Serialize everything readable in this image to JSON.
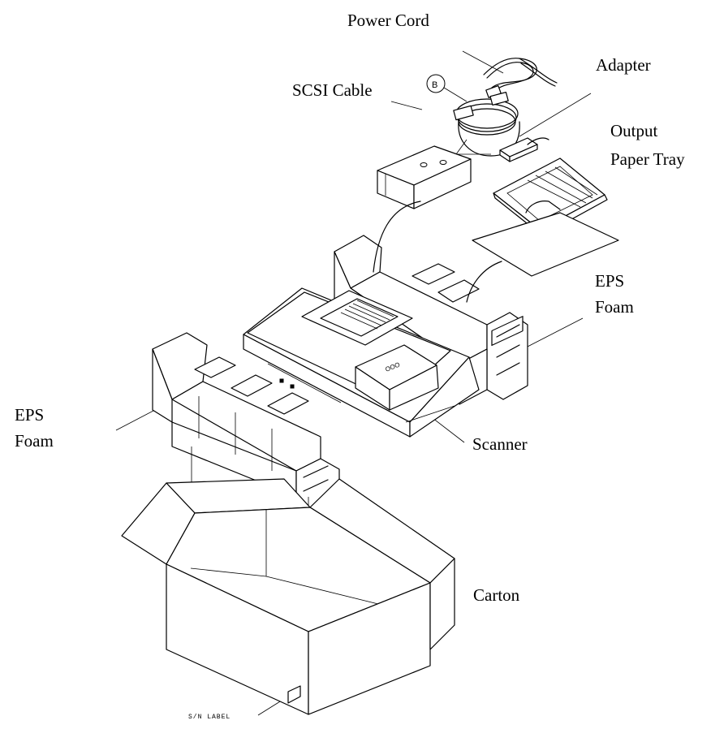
{
  "labels": {
    "power_cord": "Power Cord",
    "adapter": "Adapter",
    "scsi_cable": "SCSI Cable",
    "output_line1": "Output",
    "output_line2": "Paper Tray",
    "eps_right_line1": "EPS",
    "eps_right_line2": "Foam",
    "eps_left_line1": "EPS",
    "eps_left_line2": "Foam",
    "scanner": "Scanner",
    "carton": "Carton",
    "sn_label": "S/N LABEL",
    "callout_b": "B"
  },
  "colors": {
    "ink": "#000000",
    "background": "#ffffff"
  }
}
